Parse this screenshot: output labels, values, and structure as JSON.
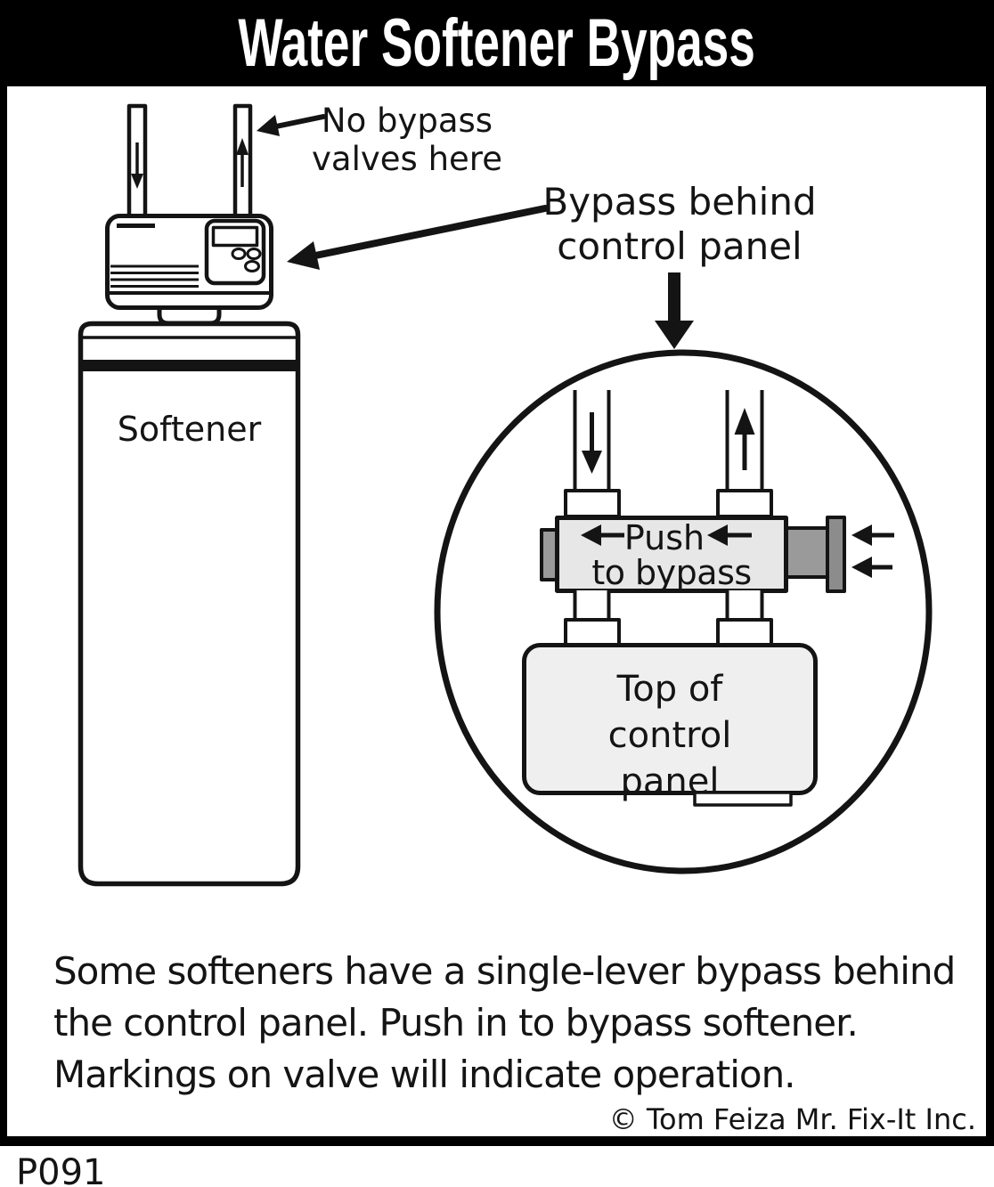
{
  "title": "Water Softener Bypass",
  "diagram": {
    "softener_label": "Softener",
    "no_bypass_label": {
      "line1": "No bypass",
      "line2": "valves here"
    },
    "bypass_behind_label": {
      "line1": "Bypass behind",
      "line2": "control panel"
    },
    "valve": {
      "push": "Push",
      "to_bypass": "to bypass"
    },
    "panel_box": {
      "line1": "Top of",
      "line2": "control",
      "line3": "panel"
    }
  },
  "caption": {
    "line1": "Some softeners have a single-lever bypass behind",
    "line2": "the control panel. Push in to bypass softener.",
    "line3": "Markings on valve will indicate operation."
  },
  "footer": {
    "copyright": "© Tom Feiza Mr. Fix-It Inc.",
    "code": "P091"
  },
  "colors": {
    "ink": "#141414",
    "title_bg": "#000000",
    "title_fg": "#ffffff",
    "valve_body_fill": "#e7e7e7",
    "panel_box_fill": "#efefef",
    "plunger_gray": "#9a9a9a",
    "plunger_cap_gray": "#8c8c8c"
  }
}
